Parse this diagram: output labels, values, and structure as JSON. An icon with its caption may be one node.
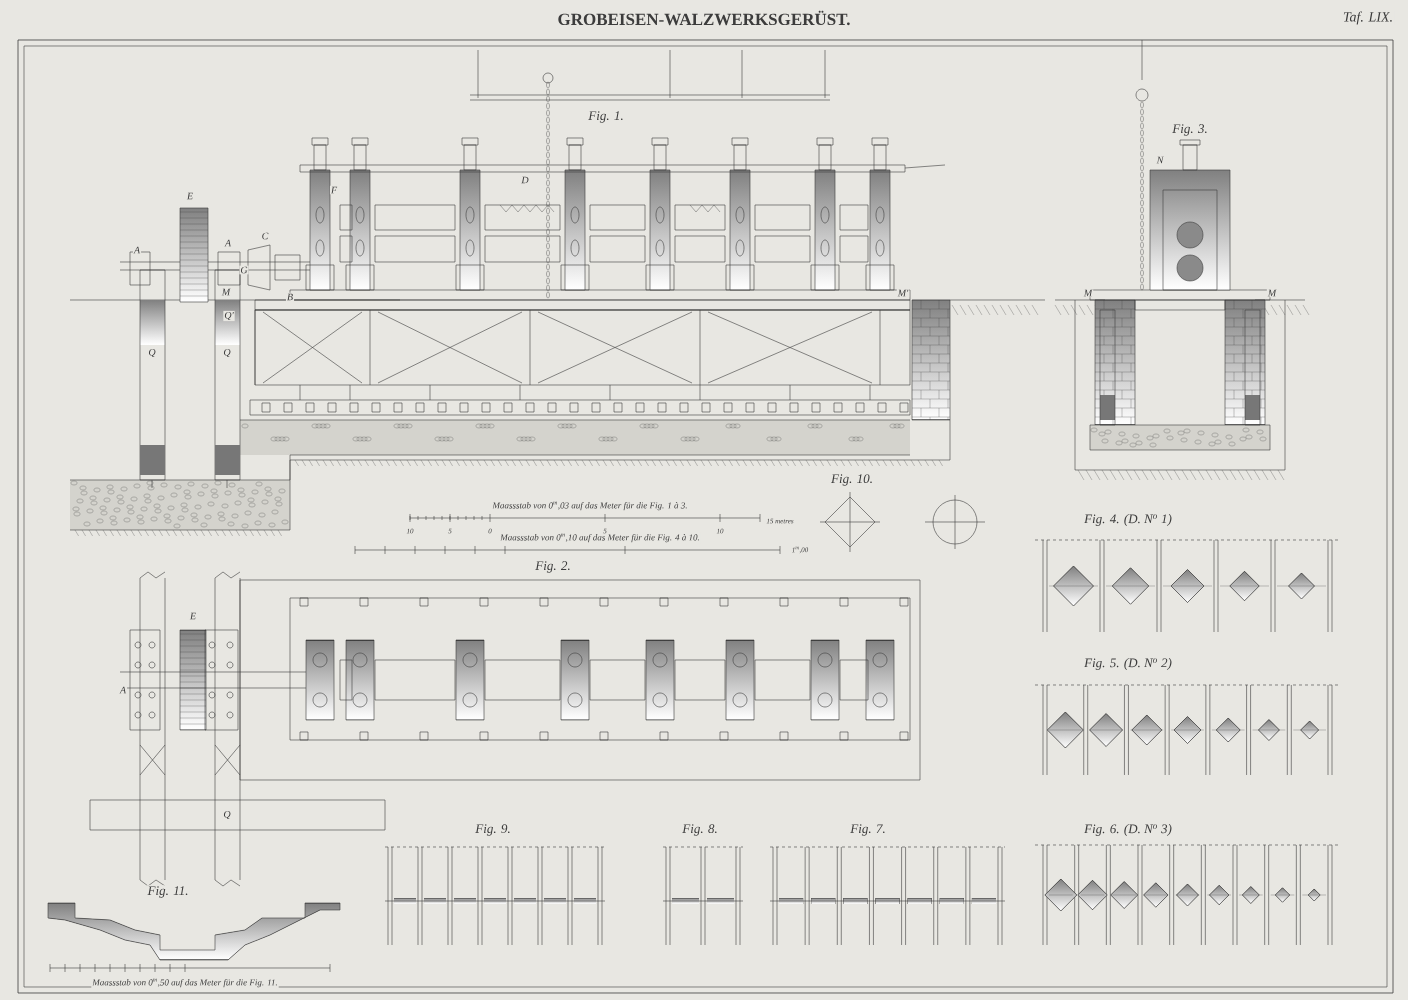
{
  "diagram": {
    "title": "GROBEISEN-WALZWERKSGERÜST.",
    "labels": [
      "Taf. LIX.",
      "Fig. 1.",
      "Fig. 3.",
      "A",
      "E",
      "A",
      "G",
      "C",
      "B",
      "F",
      "D",
      "M",
      "Q'",
      "Q",
      "Q",
      "M'",
      "N",
      "M",
      "M",
      "Maassstab von 0$^{m}$,03 auf das Meter für die Fig. 1 à 3.",
      "Fig. 10.",
      "Maassstab von 0$^{m}$,10 auf das Meter für die Fig. 4 à 10.",
      "Fig. 4. (D. N$^{o}$ 1)",
      "Fig. 2.",
      "E",
      "A",
      "Q",
      "Fig. 5. (D. N$^{o}$ 2)",
      "Fig. 9.",
      "Fig. 8.",
      "Fig. 7.",
      "Fig. 6. (D. N$^{o}$ 3)",
      "Fig. 11.",
      "Maassstab von 0$^{m}$,50 auf das Meter für die Fig. 11.",
      "10",
      "5",
      "0",
      "5",
      "10",
      "15 metres",
      "1$^{m}$,00"
    ]
  }
}
